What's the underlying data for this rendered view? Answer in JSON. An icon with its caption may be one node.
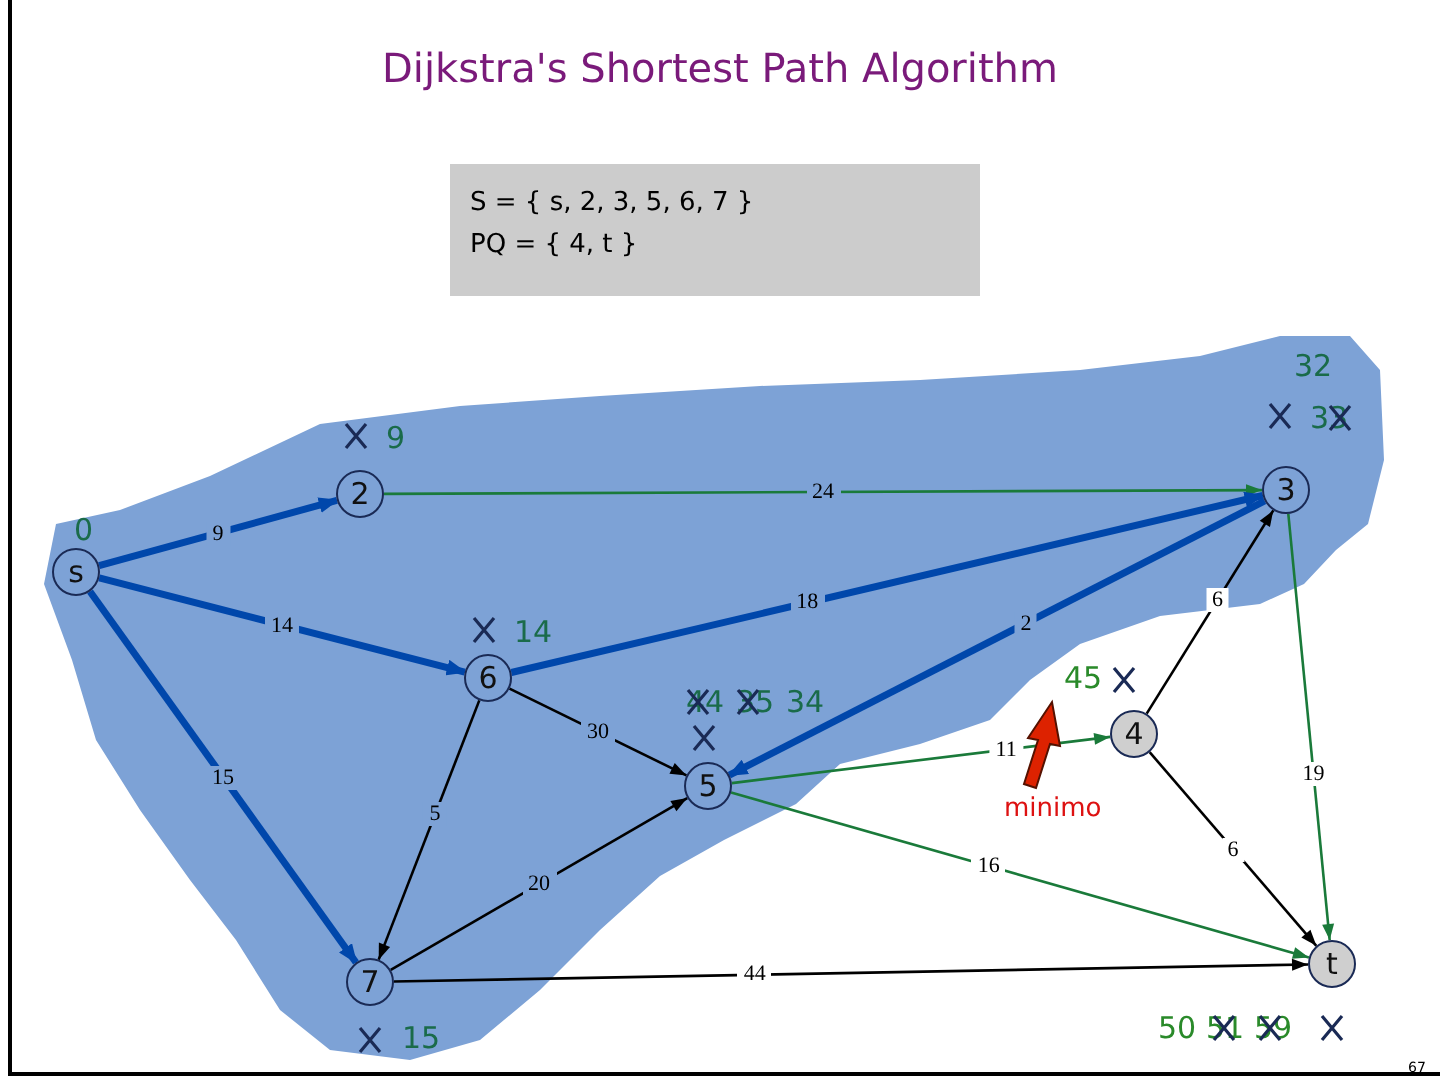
{
  "diagram": {
    "title": "Dijkstra's Shortest Path Algorithm",
    "nodes": [
      {
        "text": [
          "S = { s, 2, 3, 5, 6, 7 }",
          "PQ = { 4, t }"
        ]
      },
      {
        "text": [
          "s"
        ],
        "beside": [
          "0"
        ]
      },
      {
        "text": [
          "2"
        ],
        "beside": [
          "9"
        ]
      },
      {
        "text": [
          "3"
        ],
        "beside": [
          "32",
          "33"
        ]
      },
      {
        "text": [
          "6"
        ],
        "beside": [
          "14"
        ]
      },
      {
        "text": [
          "5"
        ],
        "beside": [
          "44",
          "35",
          "34"
        ]
      },
      {
        "text": [
          "4"
        ],
        "beside": [
          "45"
        ]
      },
      {
        "text": [
          "7"
        ],
        "beside": [
          "15"
        ]
      },
      {
        "text": [
          "t"
        ],
        "beside": [
          "50",
          "51",
          "59"
        ]
      }
    ],
    "edges": [
      {
        "from": 1,
        "to": 2,
        "arrow": "to",
        "label": "9",
        "style": "thick",
        "color": "#0047ab"
      },
      {
        "from": 2,
        "to": 3,
        "arrow": "to",
        "label": "24",
        "color": "#1a7a3a"
      },
      {
        "from": 1,
        "to": 4,
        "arrow": "to",
        "label": "14",
        "style": "thick",
        "color": "#0047ab"
      },
      {
        "from": 4,
        "to": 3,
        "arrow": "to",
        "label": "18",
        "style": "thick",
        "color": "#0047ab"
      },
      {
        "from": 1,
        "to": 7,
        "arrow": "to",
        "label": "15",
        "style": "thick",
        "color": "#0047ab"
      },
      {
        "from": 3,
        "to": 5,
        "arrow": "to",
        "label": "2",
        "style": "thick",
        "color": "#0047ab"
      },
      {
        "from": 4,
        "to": 5,
        "arrow": "to",
        "label": "30"
      },
      {
        "from": 4,
        "to": 7,
        "arrow": "to",
        "label": "5"
      },
      {
        "from": 7,
        "to": 5,
        "arrow": "to",
        "label": "20"
      },
      {
        "from": 6,
        "to": 3,
        "arrow": "to",
        "label": "6"
      },
      {
        "from": 6,
        "to": 8,
        "arrow": "to",
        "label": "6"
      },
      {
        "from": 5,
        "to": 6,
        "arrow": "to",
        "label": "11",
        "color": "#1a7a3a"
      },
      {
        "from": 3,
        "to": 8,
        "arrow": "to",
        "label": "19",
        "color": "#1a7a3a"
      },
      {
        "from": 5,
        "to": 8,
        "arrow": "to",
        "label": "16",
        "color": "#1a7a3a"
      },
      {
        "from": 7,
        "to": 8,
        "arrow": "to",
        "label": "44"
      }
    ],
    "labels": [
      "minimo",
      "67"
    ]
  }
}
